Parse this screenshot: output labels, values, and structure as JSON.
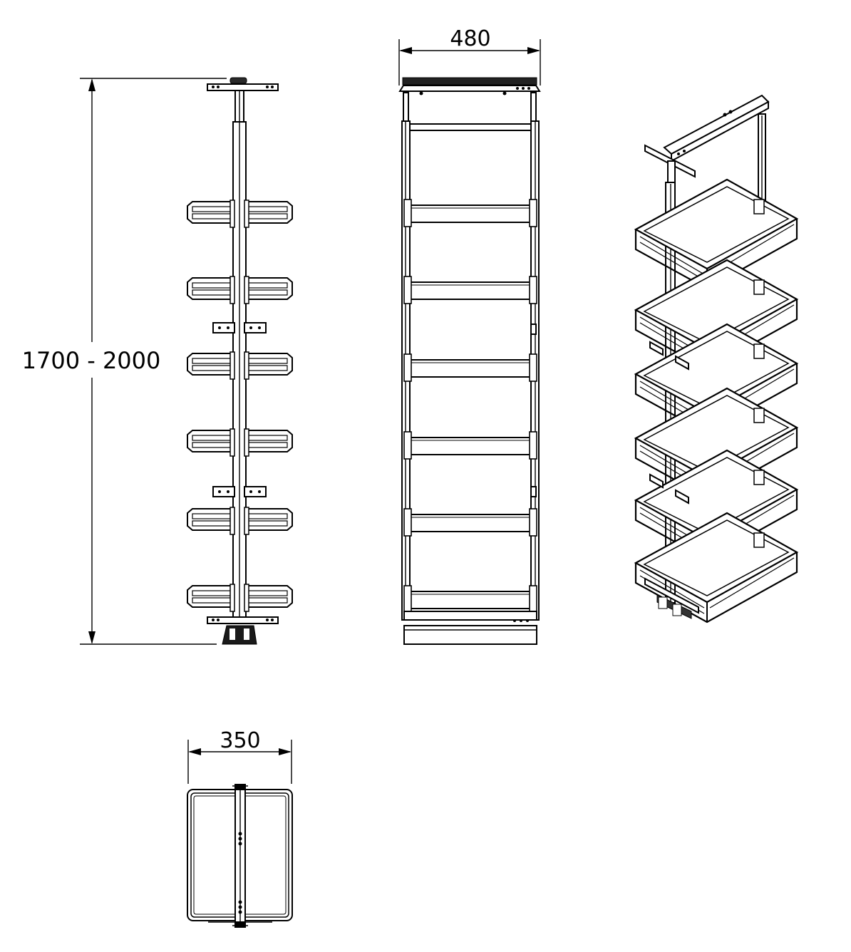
{
  "dimensions": {
    "height_label": "1700 - 2000",
    "width_label": "480",
    "depth_label": "350"
  },
  "views": {
    "side_view": {
      "shelf_count": 6,
      "mounting_bracket_pairs": 2
    },
    "front_view": {
      "shelf_count": 6
    },
    "perspective_view": {
      "basket_count": 6
    },
    "top_view": {
      "hole_groups": 2
    }
  }
}
